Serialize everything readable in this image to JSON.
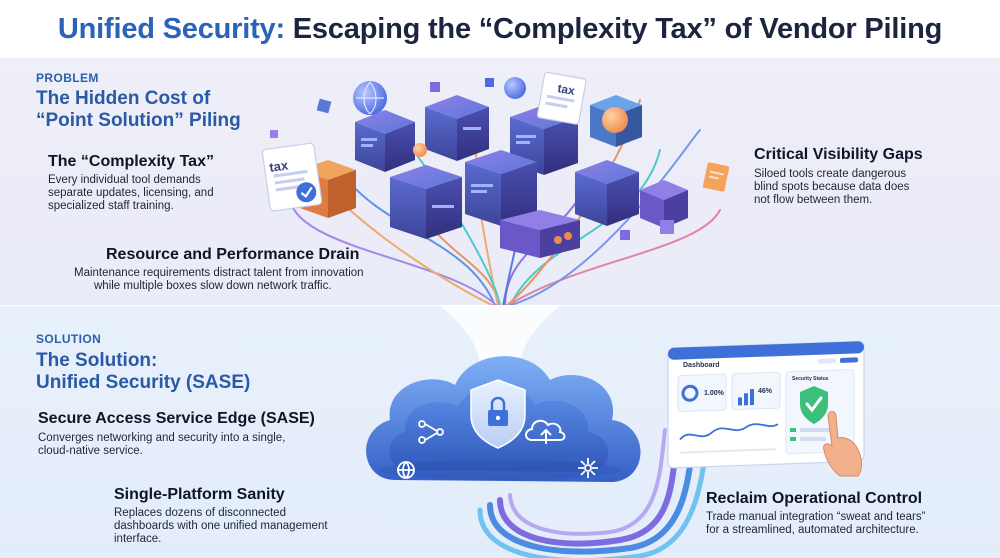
{
  "header": {
    "title_accent": "Unified Security:",
    "title_main": "Escaping the “Complexity Tax” of Vendor Piling"
  },
  "problem": {
    "kicker": "PROBLEM",
    "title_line1": "The Hidden Cost of",
    "title_line2": "“Point Solution” Piling",
    "blocks": [
      {
        "title": "The “Complexity Tax”",
        "lines": [
          "Every individual tool demands",
          "separate updates, licensing, and",
          "specialized staff training."
        ]
      },
      {
        "title": "Resource and Performance Drain",
        "lines": [
          "Maintenance requirements distract talent from innovation",
          "while multiple boxes slow down network traffic."
        ]
      },
      {
        "title": "Critical Visibility Gaps",
        "lines": [
          "Siloed tools create dangerous",
          "blind spots because data does",
          "not flow between them."
        ]
      }
    ],
    "tax_labels": [
      "tax",
      "tax"
    ]
  },
  "solution": {
    "kicker": "SOLUTION",
    "title_line1": "The Solution:",
    "title_line2": "Unified Security (SASE)",
    "blocks": [
      {
        "title": "Secure Access Service Edge (SASE)",
        "lines": [
          "Converges networking and security into a single,",
          "cloud-native service."
        ]
      },
      {
        "title": "Single-Platform Sanity",
        "lines": [
          "Replaces dozens of disconnected",
          "dashboards with one unified management",
          "interface."
        ]
      },
      {
        "title": "Reclaim Operational Control",
        "lines": [
          "Trade manual integration “sweat and tears”",
          "for a streamlined, automated architecture."
        ]
      }
    ],
    "dashboard": {
      "title": "Dashboard",
      "stat1": "1.00%",
      "stat2": "46%",
      "status_label": "Security Status"
    }
  },
  "colors": {
    "accent_blue": "#2b63b8",
    "navy": "#1c2440",
    "purple": "#6a4fc4",
    "cloud_blue": "#3f6fd8",
    "shield_green": "#3cbf7a"
  },
  "icons": [
    "tax-document-icon",
    "globe-icon",
    "shield-lock-icon",
    "upload-cloud-icon",
    "network-icon",
    "hub-icon",
    "checkmark-shield-icon",
    "hand-pointer-icon"
  ]
}
